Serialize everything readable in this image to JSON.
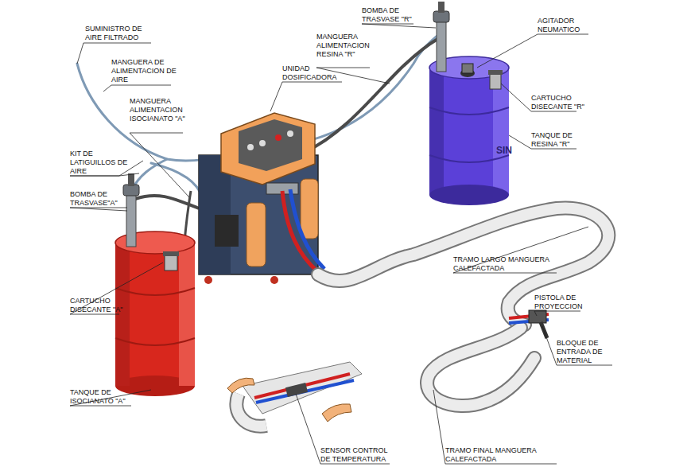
{
  "diagram": {
    "labels": [
      "SUMINISTRO DE AIRE FILTRADO",
      "MANGUERA DE ALIMENTACION DE AIRE",
      "MANGUERA ALIMENTACION ISOCIANATO \"A\"",
      "KIT DE LATIGUILLOS DE AIRE",
      "BOMBA DE TRASVASE\"A\"",
      "CARTUCHO DISECANTE \"A\"",
      "TANQUE DE ISOCIANATO \"A\"",
      "UNIDAD DOSIFICADORA",
      "MANGUERA ALIMENTACION RESINA \"R\"",
      "BOMBA DE TRASVASE \"R\"",
      "AGITADOR NEUMATICO",
      "CARTUCHO DISECANTE \"R\"",
      "TANQUE DE RESINA \"R\"",
      "TRAMO LARGO MANGUERA CALEFACTADA",
      "PISTOLA DE PROYECCION",
      "BLOQUE DE ENTRADA DE MATERIAL",
      "SENSOR CONTROL DE TEMPERATURA",
      "TRAMO FINAL MANGUERA CALEFACTADA",
      "SIN"
    ]
  }
}
